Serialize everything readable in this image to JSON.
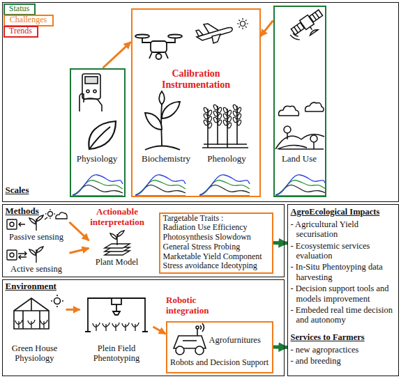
{
  "diagram": {
    "nodes": [
      {
        "text": [
          "Scales"
        ]
      },
      {
        "text": [
          "Status"
        ],
        "in": 0
      },
      {
        "text": [
          "Challenges"
        ],
        "in": 0
      },
      {
        "text": [
          "Trends"
        ],
        "in": 0
      },
      {
        "text": [
          "Physiology"
        ],
        "in": 0
      },
      {
        "text": [
          "Calibration Instrumentation",
          "Biochemistry",
          "Phenology"
        ],
        "in": 0
      },
      {
        "text": [
          "Land Use"
        ],
        "in": 0
      },
      {
        "text": [
          "Methods"
        ]
      },
      {
        "text": [
          "Passive sensing"
        ],
        "in": 7
      },
      {
        "text": [
          "Active sensing"
        ],
        "in": 7
      },
      {
        "text": [
          "Plant Model"
        ],
        "in": 7
      },
      {
        "text": [
          "Targetable Traits :",
          "Radiation Use Efficiency",
          "Photosynthesis Slowdown",
          "General Stress Probing",
          "Marketable Yield Component",
          "Stress avoidance Ideotyping"
        ],
        "in": 7
      },
      {
        "text": [
          "Environment"
        ]
      },
      {
        "text": [
          "Green House Physiology"
        ],
        "in": 12
      },
      {
        "text": [
          "Plein Field Phentotyping"
        ],
        "in": 12
      },
      {
        "text": [
          "Agrofurnitures",
          "Robots and Decision Support"
        ],
        "in": 12
      },
      {
        "text": [
          "AgroEcological Impacts",
          "- Agricultural Yield securisation",
          "- Ecosystemic services evaluation",
          "- In-Situ Phentoyping data harvesting",
          "- Decision support tools and models improvement",
          "- Embeded real time decision and autonomy",
          "Services to Farmers",
          "- new agropractices",
          "- and breeding"
        ]
      }
    ],
    "edges": [
      {
        "from": 4,
        "to": 5,
        "arrow": "to"
      },
      {
        "from": 6,
        "to": 5,
        "arrow": "to"
      },
      {
        "from": 8,
        "to": 10,
        "arrow": "to"
      },
      {
        "from": 9,
        "to": 10,
        "arrow": "to"
      },
      {
        "from": 11,
        "to": 16,
        "arrow": "to"
      },
      {
        "from": 15,
        "to": 16,
        "arrow": "to"
      },
      {
        "from": 13,
        "to": 14,
        "arrow": "to"
      },
      {
        "from": 14,
        "to": 15,
        "arrow": "to"
      }
    ],
    "labels": [
      "Actionable interpretation",
      "Robotic integration"
    ]
  }
}
